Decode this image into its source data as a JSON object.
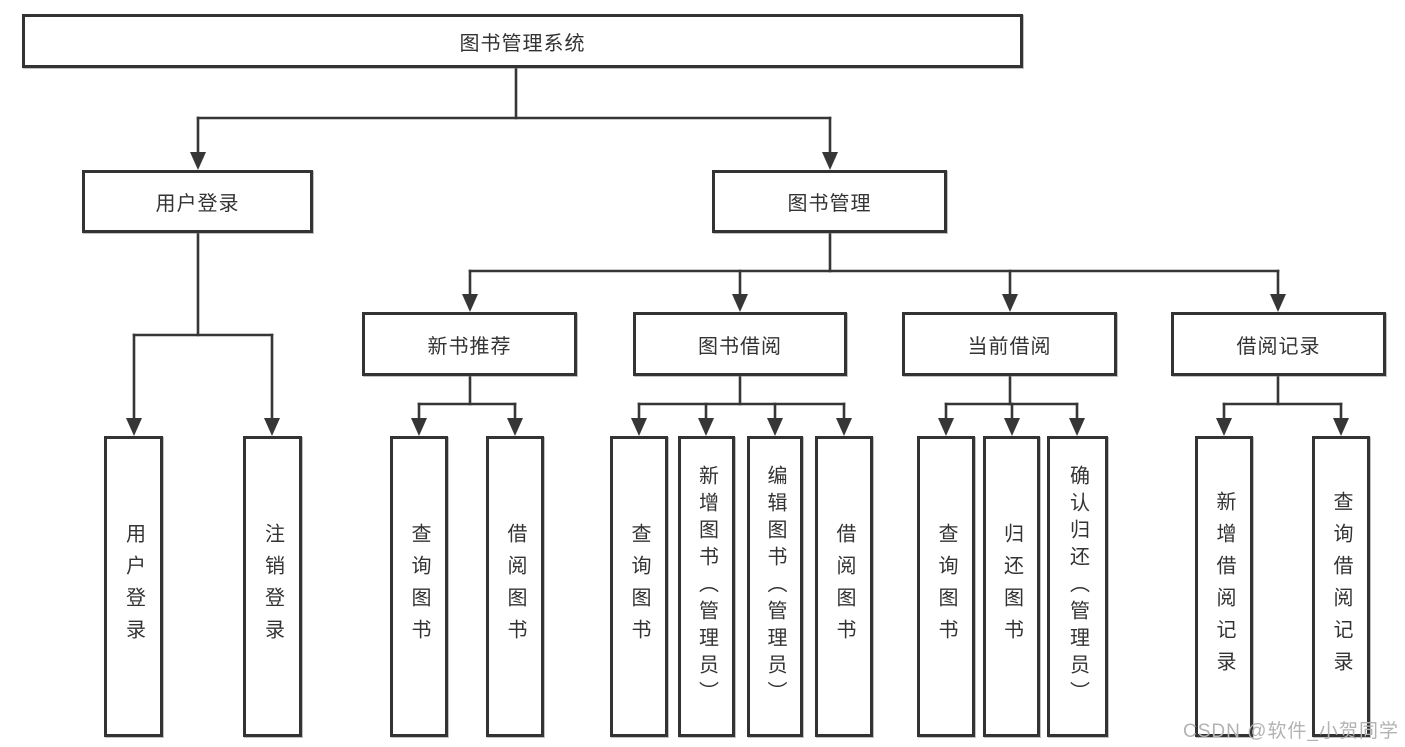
{
  "diagram_title": "图书管理系统",
  "tree": {
    "label": "图书管理系统",
    "children": [
      {
        "label": "用户登录",
        "children": [
          {
            "label": "用户登录"
          },
          {
            "label": "注销登录"
          }
        ]
      },
      {
        "label": "图书管理",
        "children": [
          {
            "label": "新书推荐",
            "children": [
              {
                "label": "查询图书"
              },
              {
                "label": "借阅图书"
              }
            ]
          },
          {
            "label": "图书借阅",
            "children": [
              {
                "label": "查询图书"
              },
              {
                "label": "新增图书（管理员）"
              },
              {
                "label": "编辑图书（管理员）"
              },
              {
                "label": "借阅图书"
              }
            ]
          },
          {
            "label": "当前借阅",
            "children": [
              {
                "label": "查询图书"
              },
              {
                "label": "归还图书"
              },
              {
                "label": "确认归还（管理员）"
              }
            ]
          },
          {
            "label": "借阅记录",
            "children": [
              {
                "label": "新增借阅记录"
              },
              {
                "label": "查询借阅记录"
              }
            ]
          }
        ]
      }
    ]
  },
  "watermark": {
    "text": "CSDN @软件_小贺同学"
  },
  "colors": {
    "background": "#ffffff",
    "line": "#363636",
    "box_border": "#333333",
    "text": "#333333",
    "watermark": "#b3b3b3"
  }
}
